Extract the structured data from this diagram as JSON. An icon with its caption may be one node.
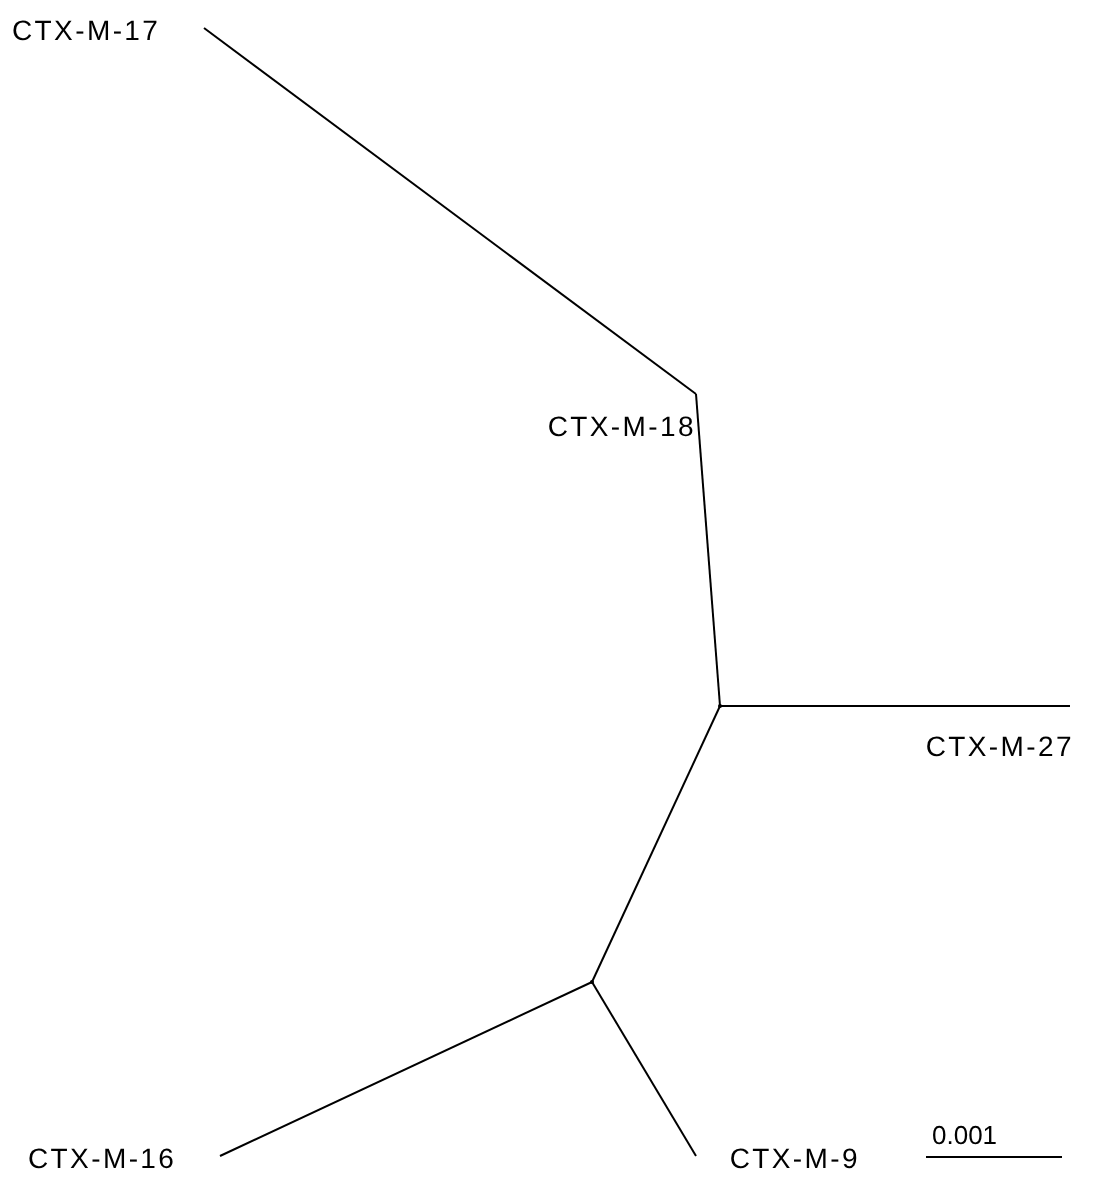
{
  "diagram": {
    "nodes": [
      {
        "text": [
          "CTX-M-17"
        ]
      },
      {
        "text": [
          "CTX-M-18"
        ]
      },
      {
        "text": [
          "CTX-M-27"
        ]
      },
      {
        "text": [
          "CTX-M-16"
        ]
      },
      {
        "text": [
          "CTX-M-9"
        ]
      },
      {
        "text": [],
        "shape": "point"
      },
      {
        "text": [],
        "shape": "point"
      }
    ],
    "edges": [
      {
        "from": 0,
        "to": 1,
        "arrow": "none"
      },
      {
        "from": 1,
        "to": 5,
        "arrow": "none"
      },
      {
        "from": 5,
        "to": 2,
        "arrow": "none"
      },
      {
        "from": 5,
        "to": 6,
        "arrow": "none"
      },
      {
        "from": 6,
        "to": 3,
        "arrow": "none"
      },
      {
        "from": 6,
        "to": 4,
        "arrow": "none"
      }
    ],
    "labels": [
      "0.001"
    ]
  }
}
